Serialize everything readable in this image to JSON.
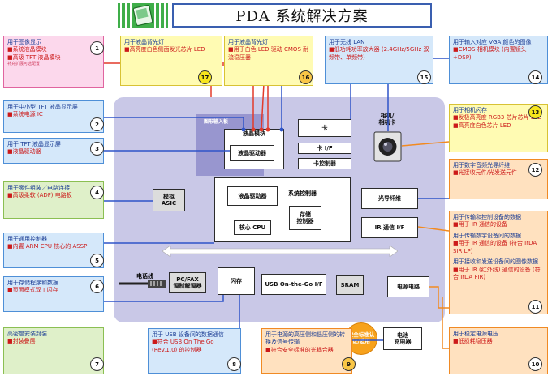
{
  "title": "PDA 系统解决方案",
  "colors": {
    "board": "#c9c8e7",
    "inset": "#9896cf",
    "wire_red": "#e23a2a",
    "wire_blue": "#2f54c8",
    "wire_orange": "#f28a20"
  },
  "board": {
    "inset_label": "图形输入板",
    "lcd_module": "液晶模块",
    "lcd_driver": "液晶驱动器",
    "lcd_driver2": "液晶驱动器",
    "system_controller": "系统控制器",
    "core_cpu": "核心 CPU",
    "storage_controller": "存储\n控制器",
    "analog_asic": "模拟\nASIC",
    "card": "卡",
    "card_if": "卡 I/F",
    "card_controller": "卡控制器",
    "camera_label": "相机/\n相机卡",
    "light_guide": "光导纤维",
    "ir_if": "IR 通信 I/F",
    "cable_label": "电话线",
    "pc_fax": "PC/FAX\n调制解调器",
    "flash": "闪存",
    "usb_otg": "USB On-the-Go I/F",
    "sram": "SRAM",
    "power_circuit": "电源电路",
    "battery": "电池\n充电器",
    "safety_standard": "安全标准认\n证/适用"
  },
  "notes": [
    {
      "num": "1",
      "title": "用于图像显示",
      "bullets": [
        "■系统液晶模块",
        "■高级 TFT 液晶模块"
      ],
      "small": "补充扩展可选配置"
    },
    {
      "num": "2",
      "title": "用于中小型 TFT 液晶显示屏",
      "bullets": [
        "■系统电源 IC"
      ]
    },
    {
      "num": "3",
      "title": "用于 TFT 液晶显示屏",
      "bullets": [
        "■液晶驱动器"
      ]
    },
    {
      "num": "4",
      "title": "用于零件组装／电路连接",
      "bullets": [
        "■高级柔软 (ADF) 电路板"
      ]
    },
    {
      "num": "5",
      "title": "用于通用控制器",
      "bullets": [
        "■内置 ARM CPU 核心的 ASSP"
      ]
    },
    {
      "num": "6",
      "title": "用于存储程序和数据",
      "bullets": [
        "■页面模式双工闪存"
      ]
    },
    {
      "num": "7",
      "title": "高密度安装封装",
      "bullets": [
        "■封装叠层"
      ]
    },
    {
      "num": "8",
      "title": "用于 USB 设备间的数据通信",
      "bullets": [
        "■符合 USB On The Go (Rev.1.0) 的控制器"
      ]
    },
    {
      "num": "9",
      "title": "用于电源的高压侧和低压侧的转换及信号传输",
      "bullets": [
        "■符合安全标准的光耦合器"
      ]
    },
    {
      "num": "10",
      "title": "用于稳定电源电压",
      "bullets": [
        "■低损耗稳压器"
      ]
    },
    {
      "num": "11",
      "title": "用于传输和控制设备的数据",
      "bullets": [
        "■用于 IR 通信的设备"
      ],
      "title2": "用于传输数字设备间的数据",
      "bullets2": [
        "■用于 IR 通信的设备 (符合 IrDA SIR LP)"
      ],
      "title3": "用于接收和发送设备间的图像数据",
      "bullets3": [
        "■用于 IR (红外线) 通信的设备 (符合 IrDA FIR)"
      ]
    },
    {
      "num": "12",
      "title": "用于数字音频光导纤维",
      "bullets": [
        "■光接收元件/光发送元件"
      ]
    },
    {
      "num": "13",
      "title": "用于相机闪存",
      "bullets": [
        "■发极高亮度 RGB3 芯片芯片 LED",
        "■高亮度白色芯片 LED"
      ]
    },
    {
      "num": "14",
      "title": "用于输入对应 VGA 颜色的图像",
      "bullets": [
        "■CMOS 相机模块 (内置镜头+DSP)"
      ]
    },
    {
      "num": "15",
      "title": "用于无线 LAN",
      "bullets": [
        "■低功耗功率放大器 (2.4GHz/5GHz 双频带、单频带)"
      ]
    },
    {
      "num": "16",
      "title": "用于液晶背光灯",
      "bullets": [
        "■用于白色 LED 驱动 CMOS 耐流稳压器"
      ]
    },
    {
      "num": "17",
      "title": "用于液晶背光灯",
      "bullets": [
        "■高亮度白色侧面发光芯片 LED"
      ]
    }
  ]
}
